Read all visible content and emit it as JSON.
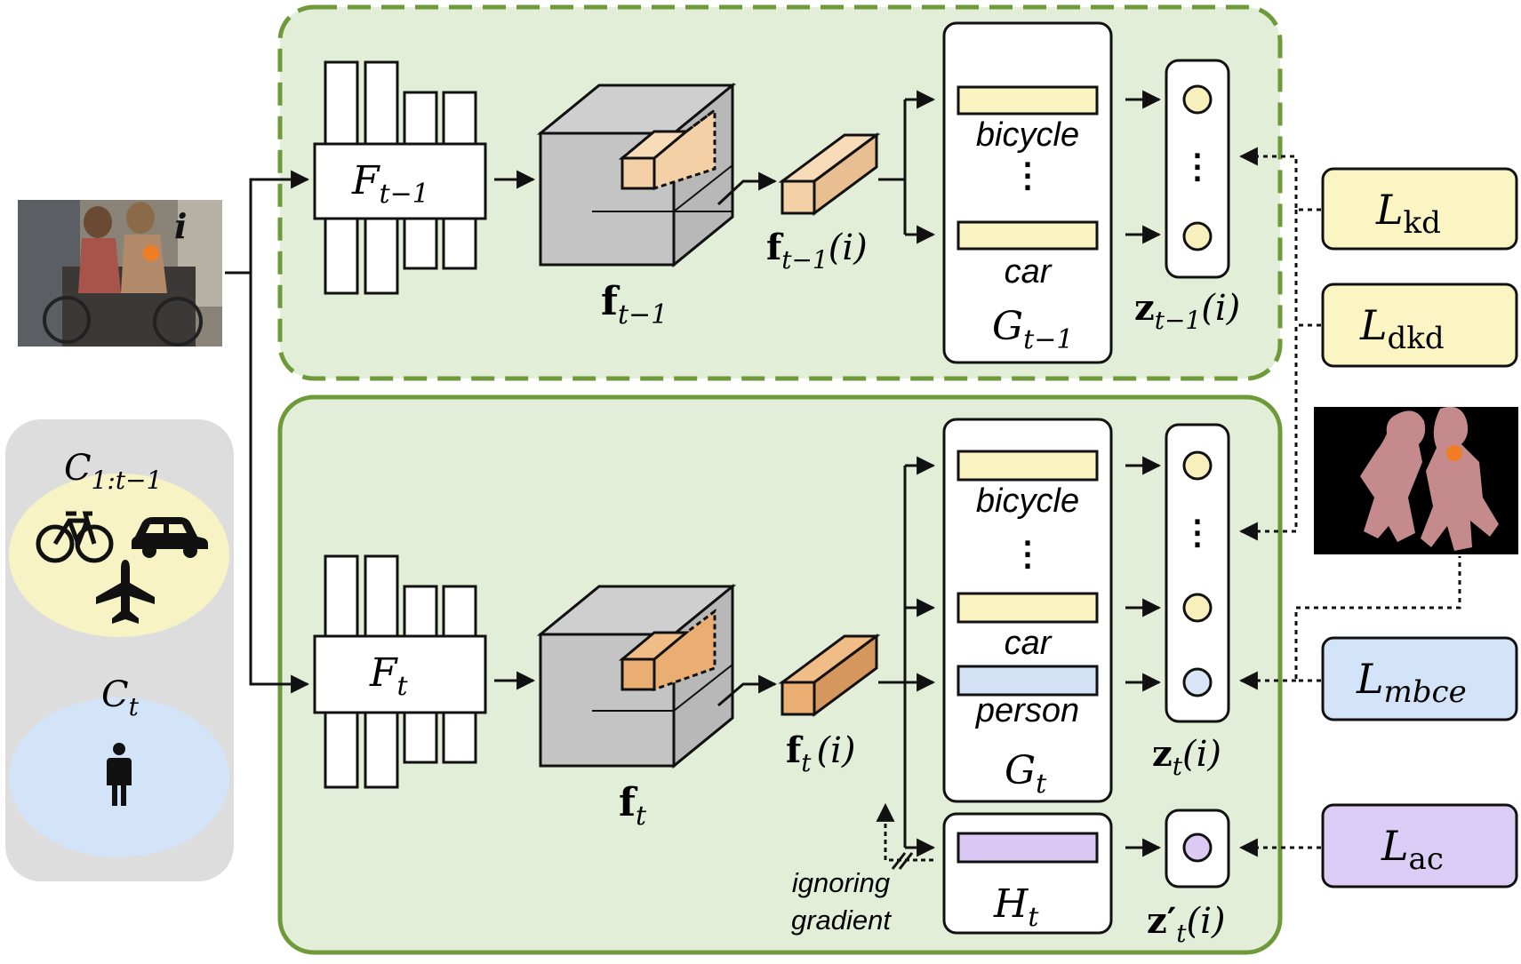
{
  "input": {
    "image_caption": "i",
    "image_icon": "photo-two-people-bicycle"
  },
  "classes": {
    "old": {
      "label": "C",
      "label_sub": "1:t−1",
      "icons": [
        "bicycle-icon",
        "car-icon",
        "airplane-icon"
      ],
      "color": "#f8f3c4"
    },
    "new": {
      "label": "C",
      "label_sub": "t",
      "icons": [
        "person-icon"
      ],
      "color": "#d4e4f8"
    },
    "panel_color": "#dddddd"
  },
  "old_model": {
    "encoder_label": "F",
    "encoder_sub": "t−1",
    "feature_map_label": "f",
    "feature_map_sub": "t−1",
    "pixel_feature_label": "f",
    "pixel_feature_sub": "t−1",
    "pixel_feature_arg": "(i)",
    "classifier_rows": [
      "bicycle",
      "car"
    ],
    "classifier_label": "G",
    "classifier_sub": "t−1",
    "logits_label": "z",
    "logits_sub": "t−1",
    "logits_arg": "(i)",
    "border_style": "dashed",
    "color": "#e3eed8",
    "border_color": "#6e9a3a"
  },
  "new_model": {
    "encoder_label": "F",
    "encoder_sub": "t",
    "feature_map_label": "f",
    "feature_map_sub": "t",
    "pixel_feature_label": "f",
    "pixel_feature_sub": "t",
    "pixel_feature_arg": "(i)",
    "classifier_rows": [
      "bicycle",
      "car",
      "person"
    ],
    "classifier_label": "G",
    "classifier_sub": "t",
    "aux_label": "H",
    "aux_sub": "t",
    "logits_label": "z",
    "logits_sub": "t",
    "logits_arg": "(i)",
    "aux_logits_label": "z′",
    "aux_logits_sub": "t",
    "aux_logits_arg": "(i)",
    "ignore_gradient_lines": [
      "ignoring",
      "gradient"
    ],
    "border_style": "solid",
    "color": "#e3eed8",
    "border_color": "#6e9a3a"
  },
  "losses": [
    {
      "id": "kd",
      "symbol": "L",
      "sub": "kd",
      "color": "#fbf5c3"
    },
    {
      "id": "dkd",
      "symbol": "L",
      "sub": "dkd",
      "color": "#fbf5c3"
    },
    {
      "id": "mbce",
      "symbol": "L",
      "sub": "mbce",
      "color": "#d3e4f8"
    },
    {
      "id": "ac",
      "symbol": "L",
      "sub": "ac",
      "color": "#dccdf6"
    }
  ],
  "colors": {
    "old_class_bar": "#faf4c2",
    "new_class_bar": "#d4e2f6",
    "aux_bar": "#dac9f5",
    "old_logit": "#f8f0bc",
    "new_logit": "#d9e5f7",
    "aux_logit": "#dccaf3",
    "feature_old": "#f4d0a6",
    "feature_new": "#ebae72",
    "cube_gray": "#c4c4c4",
    "accent_dot": "#ef7d23",
    "mask_fill": "#c48a8c"
  }
}
